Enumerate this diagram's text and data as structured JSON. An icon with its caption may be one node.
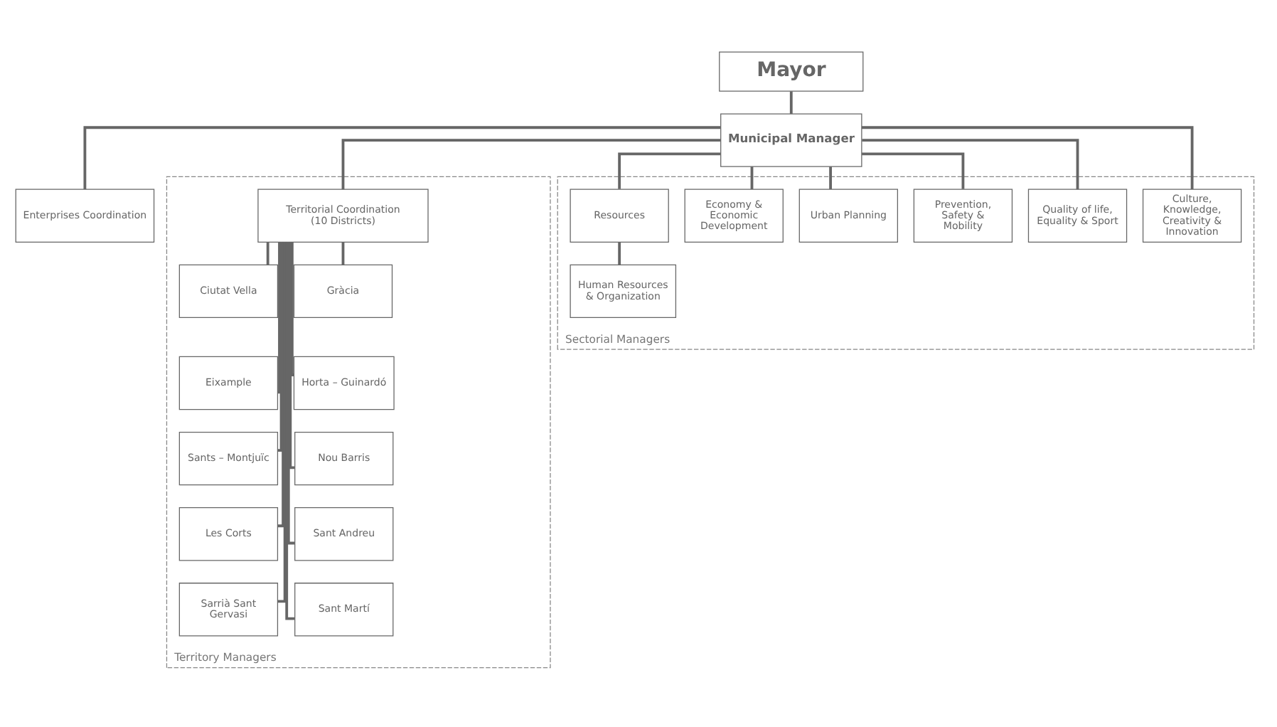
{
  "diagram": {
    "nodes": [
      {
        "text": [
          "Mayor"
        ]
      },
      {
        "text": [
          "Municipal Manager"
        ]
      },
      {
        "text": [
          "Enterprises Coordination"
        ]
      },
      {
        "text": [
          "Territory Managers"
        ]
      },
      {
        "text": [
          "Territorial Coordination (10 Districts)"
        ],
        "in": 3
      },
      {
        "text": [
          "Ciutat Vella"
        ],
        "in": 3
      },
      {
        "text": [
          "Gràcia"
        ],
        "in": 3
      },
      {
        "text": [
          "Eixample"
        ],
        "in": 3
      },
      {
        "text": [
          "Horta – Guinardó"
        ],
        "in": 3
      },
      {
        "text": [
          "Sants – Montjuïc"
        ],
        "in": 3
      },
      {
        "text": [
          "Nou Barris"
        ],
        "in": 3
      },
      {
        "text": [
          "Les Corts"
        ],
        "in": 3
      },
      {
        "text": [
          "Sant Andreu"
        ],
        "in": 3
      },
      {
        "text": [
          "Sarrià Sant Gervasi"
        ],
        "in": 3
      },
      {
        "text": [
          "Sant Martí"
        ],
        "in": 3
      },
      {
        "text": [
          "Sectorial Managers"
        ]
      },
      {
        "text": [
          "Culture, Knowledge, Creativity & Innovation"
        ],
        "in": 15
      },
      {
        "text": [
          "Quality of life, Equality & Sport"
        ],
        "in": 15
      },
      {
        "text": [
          "Prevention, Safety & Mobility"
        ],
        "in": 15
      },
      {
        "text": [
          "Urban Planning"
        ],
        "in": 15
      },
      {
        "text": [
          "Economy & Economic Development"
        ],
        "in": 15
      },
      {
        "text": [
          "Resources"
        ],
        "in": 15
      },
      {
        "text": [
          "Human Resources & Organization"
        ],
        "in": 15
      }
    ],
    "edges": [
      {
        "from": 0,
        "to": 1,
        "arrow": "none"
      },
      {
        "from": 1,
        "to": 2,
        "arrow": "none"
      },
      {
        "from": 1,
        "to": 4,
        "arrow": "none"
      },
      {
        "from": 1,
        "to": 16,
        "arrow": "none"
      },
      {
        "from": 1,
        "to": 17,
        "arrow": "none"
      },
      {
        "from": 1,
        "to": 18,
        "arrow": "none"
      },
      {
        "from": 1,
        "to": 19,
        "arrow": "none"
      },
      {
        "from": 1,
        "to": 20,
        "arrow": "none"
      },
      {
        "from": 1,
        "to": 21,
        "arrow": "none"
      },
      {
        "from": 21,
        "to": 22,
        "arrow": "none"
      },
      {
        "from": 4,
        "to": 5,
        "arrow": "none"
      },
      {
        "from": 4,
        "to": 6,
        "arrow": "none"
      },
      {
        "from": 4,
        "to": 7,
        "arrow": "none"
      },
      {
        "from": 4,
        "to": 8,
        "arrow": "none"
      },
      {
        "from": 4,
        "to": 9,
        "arrow": "none"
      },
      {
        "from": 4,
        "to": 10,
        "arrow": "none"
      },
      {
        "from": 4,
        "to": 11,
        "arrow": "none"
      },
      {
        "from": 4,
        "to": 12,
        "arrow": "none"
      },
      {
        "from": 4,
        "to": 13,
        "arrow": "none"
      },
      {
        "from": 4,
        "to": 14,
        "arrow": "none"
      }
    ]
  }
}
